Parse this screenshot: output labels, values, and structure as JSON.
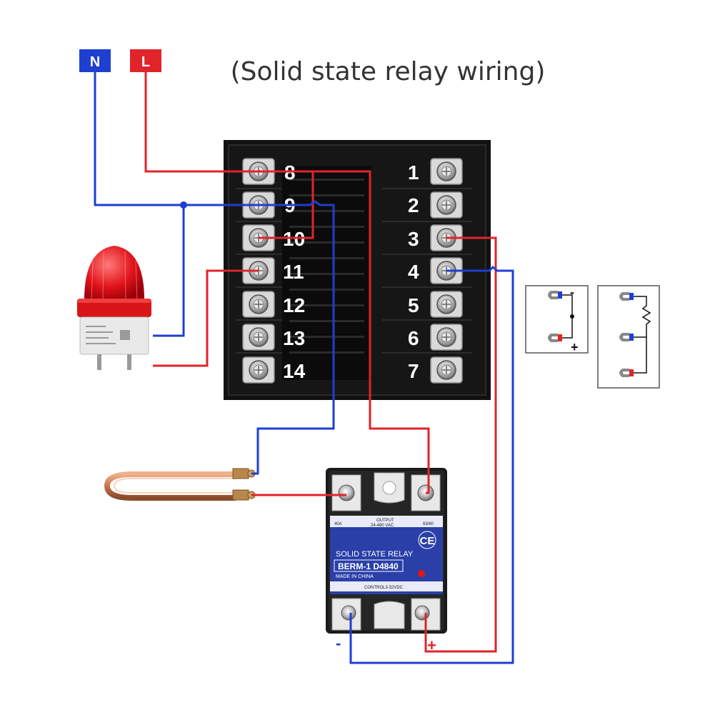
{
  "title": "(Solid state relay wiring)",
  "power": {
    "neutral_label": "N",
    "line_label": "L",
    "neutral_color": "#1f3fd0",
    "line_color": "#e0242a"
  },
  "controller": {
    "left_terminals": [
      "8",
      "9",
      "10",
      "11",
      "12",
      "13",
      "14"
    ],
    "right_terminals": [
      "1",
      "2",
      "3",
      "4",
      "5",
      "6",
      "7"
    ]
  },
  "ssr": {
    "header_left": "40A",
    "header_output": "OUTPUT",
    "header_voltage": "24-480 VAC",
    "header_right": "63/60",
    "ce_mark": "CE",
    "product_name": "SOLID STATE RELAY",
    "model": "BERM-1 D4840",
    "origin": "MADE IN CHINA",
    "control_label": "CONTROL3-32VDC",
    "minus_label": "-",
    "plus_label": "+",
    "body_color": "#2a3fa8"
  },
  "legend": {
    "left_box_minus": "-",
    "left_box_plus": "+"
  },
  "icons": [
    "alarm-beacon-icon",
    "heating-element-icon",
    "screw-terminal-icon",
    "resistor-icon"
  ]
}
